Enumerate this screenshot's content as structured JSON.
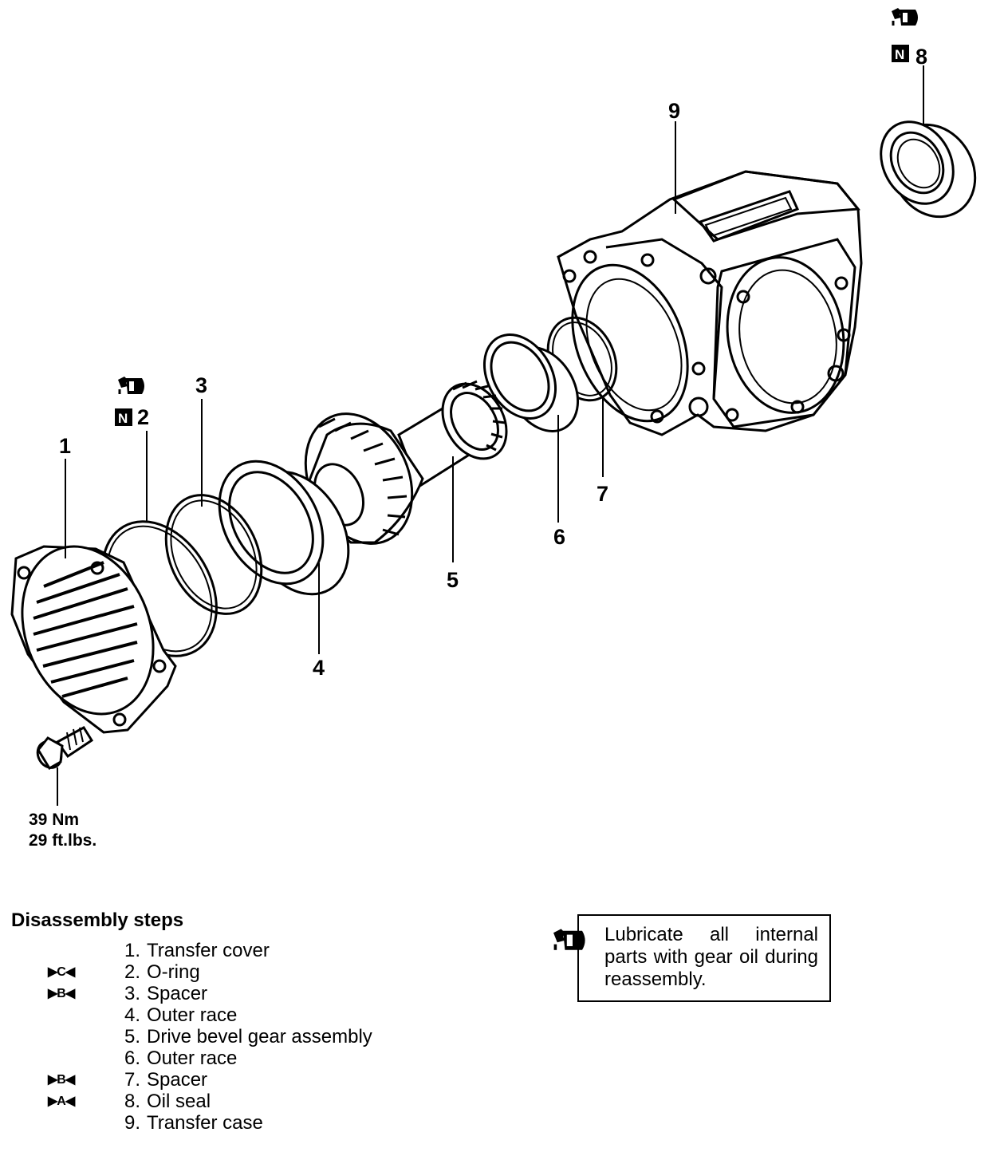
{
  "callouts": {
    "p1": "1",
    "p2": "2",
    "p3": "3",
    "p4": "4",
    "p5": "5",
    "p6": "6",
    "p7": "7",
    "p8": "8",
    "p9": "9"
  },
  "badge": {
    "letter": "N"
  },
  "torque": {
    "metric": "39 Nm",
    "imperial": "29 ft.lbs."
  },
  "steps": {
    "title": "Disassembly steps",
    "items": [
      {
        "marker": "",
        "num": "1.",
        "label": "Transfer cover"
      },
      {
        "marker": "▶C◀",
        "num": "2.",
        "label": "O-ring"
      },
      {
        "marker": "▶B◀",
        "num": "3.",
        "label": "Spacer"
      },
      {
        "marker": "",
        "num": "4.",
        "label": "Outer race"
      },
      {
        "marker": "",
        "num": "5.",
        "label": "Drive bevel gear assembly"
      },
      {
        "marker": "",
        "num": "6.",
        "label": "Outer race"
      },
      {
        "marker": "▶B◀",
        "num": "7.",
        "label": "Spacer"
      },
      {
        "marker": "▶A◀",
        "num": "8.",
        "label": "Oil seal"
      },
      {
        "marker": "",
        "num": "9.",
        "label": "Transfer case"
      }
    ]
  },
  "note": {
    "text": "Lubricate all internal parts with gear oil during reassembly.",
    "icon": "oil-can-icon"
  }
}
